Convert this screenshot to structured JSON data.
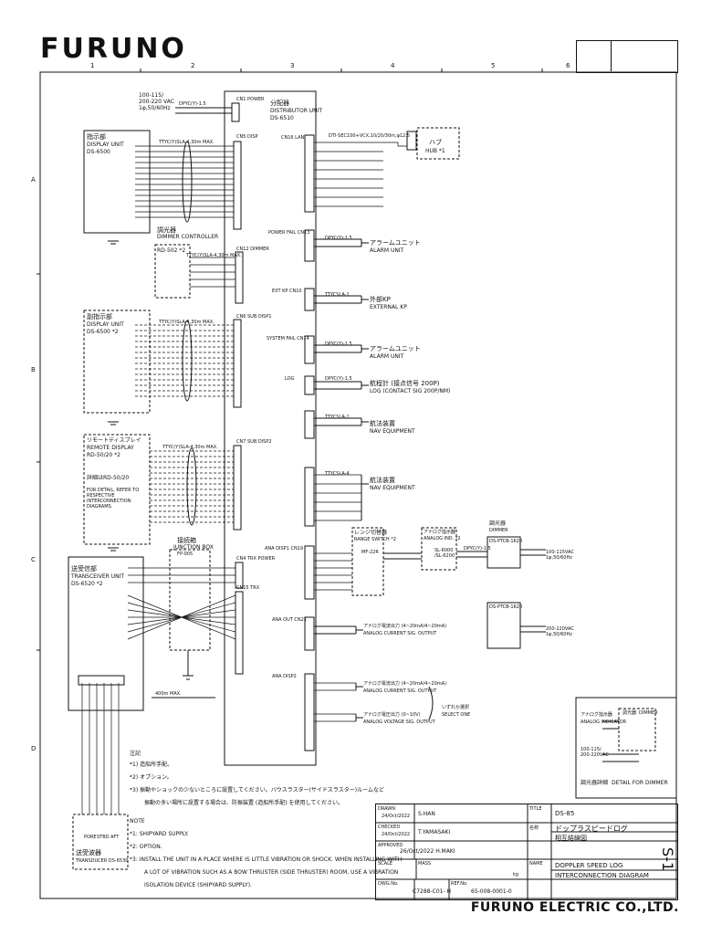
{
  "brand": {
    "logo": "FURUNO",
    "footer": "FURUNO ELECTRIC CO.,LTD."
  },
  "sheet": {
    "side_label": "S-1",
    "col_numbers": [
      "1",
      "2",
      "3",
      "4",
      "5",
      "6"
    ],
    "row_letters": [
      "A",
      "B",
      "C",
      "D"
    ]
  },
  "power": {
    "supply": "100-115/\n200-220 VAC\n1φ,50/60Hz",
    "cable": "DPYC(Y)-1.5"
  },
  "distributor": {
    "title_jp": "分配器",
    "title": "DISTRIBUTOR UNIT",
    "model": "DS-6510",
    "cn_power": "CN1 POWER",
    "cn_disp": "CN5 DISP",
    "cn_dimmer": "CN12 DIMMER",
    "cn_subdisp1": "CN6 SUB DISP1",
    "cn_subdisp2": "CN7 SUB DISP2",
    "cn_trx": "CN15 TRX",
    "cn_trxpower": "CN4 TRX POWER",
    "cn_lan": "CN16 LAN",
    "cn_powerfail": "POWER FAIL CN13",
    "cn_extkp": "EXT KP CN10",
    "cn_sysfail": "SYSTEM FAIL CN14",
    "cn_log": "LOG",
    "cn_ana_disp1": "ANA DISP1 CN19",
    "cn_ana_disp2": "ANA DISP2",
    "cn_ana_out": "ANA OUT CN21"
  },
  "display_main": {
    "title_jp": "指示部",
    "title": "DISPLAY UNIT",
    "model": "DS-6500",
    "cable": "TTYC(Y)SLA-4,30m MAX."
  },
  "display_sub": {
    "title_jp": "副指示部",
    "title": "DISPLAY UNIT",
    "model": "DS-6500 *2",
    "cable": "TTYC(Y)SLA-4,30m MAX."
  },
  "remote": {
    "title_jp": "リモートディスプレイ",
    "title": "REMOTE DISPLAY",
    "model": "RD-50/20 *2",
    "note_jp": "詳細はRD-50/20",
    "note_en": "FOR DETAIL, REFER TO RESPECTIVE INTERCONNECTION DIAGRAMS.",
    "cable": "TTYC(Y)SLA-4,30m MAX."
  },
  "dimmer": {
    "title_jp": "調光器",
    "title": "DIMMER CONTROLLER",
    "model": "RD-502 *2",
    "cable": "TTYC(Y)SLA-4,30m MAX."
  },
  "hub": {
    "label_jp": "ハブ",
    "label": "HUB *1",
    "cable": "DTI-SEC100+VCX,10/20/30m,φ12.5"
  },
  "alarm1": {
    "jp": "アラームユニット",
    "en": "ALARM UNIT",
    "cable": "DPYC(Y)-1.5"
  },
  "extkp": {
    "jp": "外部KP",
    "en": "EXTERNAL KP",
    "cable": "TTYCSLA-1"
  },
  "alarm2": {
    "jp": "アラームユニット",
    "en": "ALARM UNIT",
    "cable": "DPYC(Y)-1.5"
  },
  "logout": {
    "jp": "航程計 (接点信号 200P)",
    "en": "LOG (CONTACT SIG 200P/NM)",
    "cable": "DPYC(Y)-1.5"
  },
  "nav1": {
    "jp": "航法装置",
    "en": "NAV EQUIPMENT",
    "cable": "TTYCSLA-1"
  },
  "nav2": {
    "jp": "航法装置",
    "en": "NAV EQUIPMENT",
    "cable": "TTYCSLA-4"
  },
  "junction": {
    "title_jp": "接続箱",
    "title": "JUNCTION BOX",
    "model": "FP-005",
    "cable": "400m MAX."
  },
  "transceiver": {
    "title_jp": "送受信部",
    "title": "TRANSCEIVER UNIT",
    "model": "DS-6520 *2"
  },
  "transducer": {
    "title_jp": "送受波器",
    "title": "TRANSDUCER DS-6530",
    "labels": [
      "PORE",
      "STBD",
      "AFT"
    ]
  },
  "range_switch": {
    "jp": "レンジ切替器",
    "en": "RANGE SWITCH *2",
    "model": "MF-22R"
  },
  "analog_ind": {
    "jp": "アナログ指示器",
    "en": "ANALOG IND. *2",
    "model": "SL-6000\n/SL-6200"
  },
  "dimmer_right": {
    "jp": "調光器",
    "en": "DIMMER",
    "model1": "DS-PTCB-1K20",
    "model2": "DS-PTCB-1K20",
    "power1": "100-115VAC\n1φ,50/60Hz",
    "power2": "200-220VAC\n1φ,50/60Hz",
    "cable": "DPYC(Y)-1.5"
  },
  "ana_out1": {
    "jp": "アナログ電流出力 (4~20mA/4~20mA)",
    "en": "ANALOG CURRENT SIG. OUTPUT"
  },
  "ana_out2": {
    "jp": "アナログ電流出力 (4~20mA/4~20mA)",
    "en": "ANALOG CURRENT SIG. OUTPUT",
    "jp2": "アナログ電圧出力 (0~10V)",
    "en2": "ANALOG VOLTAGE SIG. OUTPUT"
  },
  "select_one": {
    "jp": "いずれか選択",
    "en": "SELECT ONE"
  },
  "detail": {
    "jp": "調光器詳細",
    "en": "DETAIL FOR DIMMER",
    "ind_jp": "アナログ指示器",
    "ind_en": "ANALOG INDICATOR",
    "dim_jp": "調光器",
    "dim_en": "DIMMER",
    "power": "100-115/\n200-220VAC"
  },
  "notes_jp": {
    "title": "注記",
    "items": [
      "*1) 造船所手配。",
      "*2) オプション。",
      "*3) 振動やショックの少ないところに設置してください。バウスラスター(サイドスラスター)ルームなど",
      "振動の多い場所に設置する場合は、防振装置 (造船所手配) を使用してください。"
    ]
  },
  "notes_en": {
    "title": "NOTE",
    "items": [
      "*1: SHIPYARD SUPPLY.",
      "*2: OPTION.",
      "*3: INSTALL THE UNIT IN A PLACE WHERE IS LITTLE VIBRATION OR SHOCK. WHEN INSTALLING WITH",
      "A LOT OF VIBRATION SUCH AS A BOW THRUSTER (SIDE THRUSTER) ROOM, USE A VIBRATION",
      "ISOLATION DEVICE (SHIPYARD SUPPLY)."
    ]
  },
  "title_block": {
    "drawn_label": "DRAWN",
    "drawn_date": "24/Oct/2022",
    "drawn_by": "S.HAN",
    "checked_label": "CHECKED",
    "checked_date": "24/Oct/2022",
    "checked_by": "T.YAMASAKI",
    "approved_label": "APPROVED",
    "approved": "26/Oct/2022 H.MAKI",
    "scale_label": "SCALE",
    "mass_label": "MASS",
    "mass_unit": "kg",
    "dwg_label": "DWG.No.",
    "dwg_no": "C7288-C01- H",
    "ref_label": "REF.No.",
    "ref_no": "65-008-0001-0",
    "title_label": "TITLE",
    "title": "DS-85",
    "name_jp_label": "名称",
    "name_jp": "ドップラスピードログ",
    "name_jp2": "相互結線図",
    "name_label": "NAME",
    "name": "DOPPLER SPEED LOG",
    "name2": "INTERCONNECTION DIAGRAM"
  }
}
